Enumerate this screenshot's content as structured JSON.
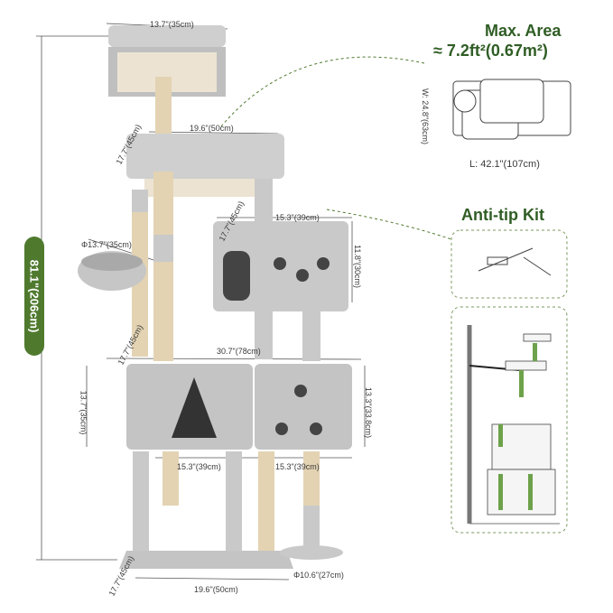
{
  "dimensions": {
    "top_width": "13.7\"(35cm)",
    "total_height": "81.1\"(206cm)",
    "platform_depth_upper": "17.7\"(45cm)",
    "platform_width_upper": "19.6\"(50cm)",
    "condo_depth": "17.7\"(45cm)",
    "condo_width": "15.3\"(39cm)",
    "condo_height": "11.8\"(30cm)",
    "basket_diameter": "Φ13.7\"(35cm)",
    "mid_depth": "17.7\"(45cm)",
    "mid_width": "30.7\"(78cm)",
    "left_box_height": "13.7\"(35cm)",
    "right_box_height": "13.3\"(33.8cm)",
    "left_box_width": "15.3\"(39cm)",
    "right_box_width": "15.3\"(39cm)",
    "base_depth": "17.7\"(45cm)",
    "base_width": "19.6\"(50cm)",
    "round_base": "Φ10.6\"(27cm)"
  },
  "max_area": {
    "title": "Max. Area",
    "value": "≈ 7.2ft²(0.67m²)",
    "width_label": "W: 24.8\"(63cm)",
    "length_label": "L: 42.1\"(107cm)"
  },
  "anti_tip": {
    "title": "Anti-tip Kit"
  },
  "colors": {
    "accent": "#4f7a2e",
    "plush": "#c9c9c9",
    "sisal": "#e3d3b3"
  }
}
